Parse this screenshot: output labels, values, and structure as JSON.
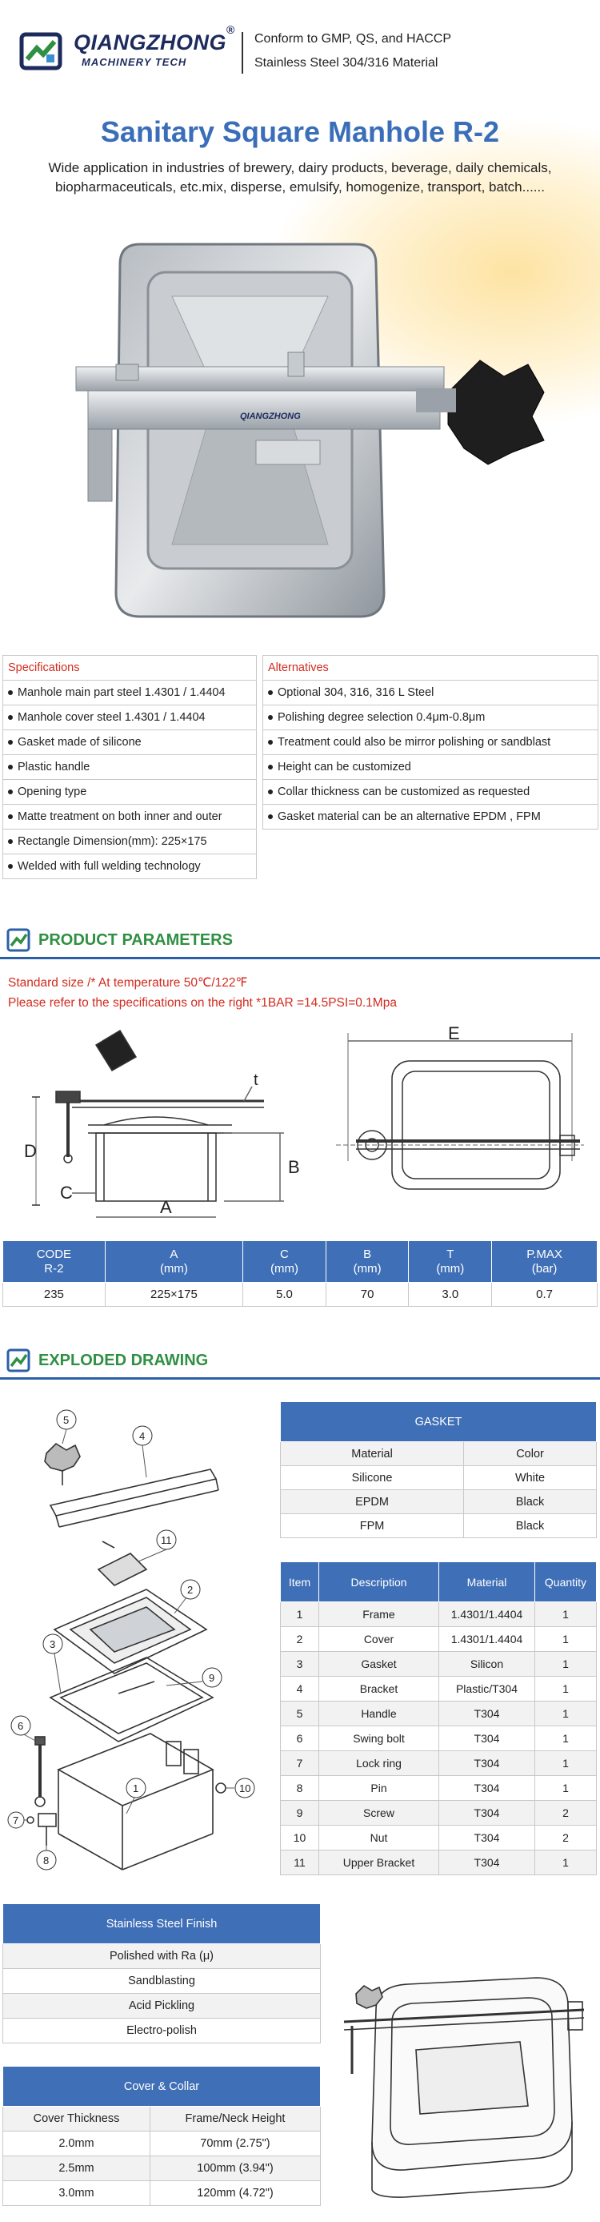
{
  "header": {
    "brand": "QIANGZHONG",
    "brand_reg": "®",
    "brand_sub": "MACHINERY TECH",
    "slogan_line1": "Conform to GMP, QS, and HACCP",
    "slogan_line2": "Stainless Steel 304/316 Material"
  },
  "hero": {
    "title": "Sanitary Square Manhole R-2",
    "lead_line1": "Wide application in industries of brewery, dairy products, beverage, daily chemicals,",
    "lead_line2": "biopharmaceuticals, etc.mix, disperse, emulsify, homogenize, transport, batch......",
    "plate_brand": "QIANGZHONG"
  },
  "specifications": {
    "heading": "Specifications",
    "items": [
      "Manhole main part steel 1.4301 / 1.4404",
      "Manhole cover steel 1.4301 / 1.4404",
      "Gasket made of silicone",
      "Plastic handle",
      "Opening type",
      "Matte treatment on both inner and outer",
      "Rectangle Dimension(mm): 225×175",
      "Welded with full welding technology"
    ]
  },
  "alternatives": {
    "heading": "Alternatives",
    "items": [
      "Optional 304, 316, 316 L Steel",
      "Polishing degree selection 0.4μm-0.8μm",
      "Treatment could also be mirror polishing or sandblast",
      "Height can be customized",
      "Collar thickness can be customized as requested",
      "Gasket material can be an alternative EPDM , FPM"
    ]
  },
  "product_parameters": {
    "heading": "PRODUCT PARAMETERS",
    "note1": "Standard size /* At temperature 50℃/122℉",
    "note2": "Please refer to the specifications on the right *1BAR =14.5PSI=0.1Mpa",
    "dim_labels": {
      "D": "D",
      "C": "C",
      "A": "A",
      "B": "B",
      "t": "t",
      "E": "E"
    },
    "columns": [
      {
        "l1": "CODE",
        "l2": "R-2"
      },
      {
        "l1": "A",
        "l2": "(mm)"
      },
      {
        "l1": "C",
        "l2": "(mm)"
      },
      {
        "l1": "B",
        "l2": "(mm)"
      },
      {
        "l1": "T",
        "l2": "(mm)"
      },
      {
        "l1": "P.MAX",
        "l2": "(bar)"
      }
    ],
    "row": [
      "235",
      "225×175",
      "5.0",
      "70",
      "3.0",
      "0.7"
    ]
  },
  "exploded": {
    "heading": "EXPLODED DRAWING",
    "callouts": [
      "1",
      "2",
      "3",
      "4",
      "5",
      "6",
      "7",
      "8",
      "9",
      "10",
      "11"
    ]
  },
  "gasket": {
    "title": "GASKET",
    "cols": [
      "Material",
      "Color"
    ],
    "rows": [
      [
        "Silicone",
        "White"
      ],
      [
        "EPDM",
        "Black"
      ],
      [
        "FPM",
        "Black"
      ]
    ]
  },
  "parts": {
    "cols": [
      "Item",
      "Description",
      "Material",
      "Quantity"
    ],
    "rows": [
      [
        "1",
        "Frame",
        "1.4301/1.4404",
        "1"
      ],
      [
        "2",
        "Cover",
        "1.4301/1.4404",
        "1"
      ],
      [
        "3",
        "Gasket",
        "Silicon",
        "1"
      ],
      [
        "4",
        "Bracket",
        "Plastic/T304",
        "1"
      ],
      [
        "5",
        "Handle",
        "T304",
        "1"
      ],
      [
        "6",
        "Swing bolt",
        "T304",
        "1"
      ],
      [
        "7",
        "Lock ring",
        "T304",
        "1"
      ],
      [
        "8",
        "Pin",
        "T304",
        "1"
      ],
      [
        "9",
        "Screw",
        "T304",
        "2"
      ],
      [
        "10",
        "Nut",
        "T304",
        "2"
      ],
      [
        "11",
        "Upper Bracket",
        "T304",
        "1"
      ]
    ]
  },
  "finish": {
    "title": "Stainless Steel Finish",
    "rows": [
      "Polished with Ra (μ)",
      "Sandblasting",
      "Acid Pickling",
      "Electro-polish"
    ]
  },
  "collar": {
    "title": "Cover & Collar",
    "cols": [
      "Cover Thickness",
      "Frame/Neck Height"
    ],
    "rows": [
      [
        "2.0mm",
        "70mm (2.75\")"
      ],
      [
        "2.5mm",
        "100mm (3.94\")"
      ],
      [
        "3.0mm",
        "120mm (4.72\")"
      ]
    ]
  },
  "colors": {
    "brand_navy": "#1c2a5c",
    "title_blue": "#3a6eb8",
    "table_header": "#3f6fb6",
    "accent_red": "#d22b1f",
    "section_green": "#2f8f43"
  }
}
